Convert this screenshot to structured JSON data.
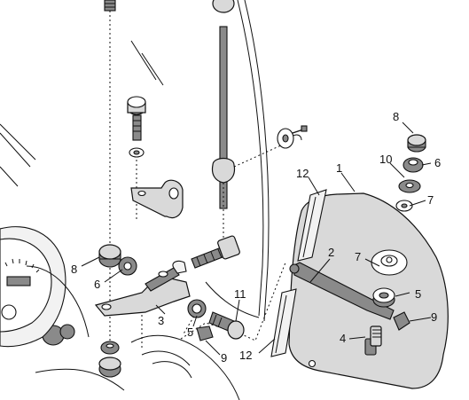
{
  "callouts": [
    {
      "id": "c1",
      "text": "1"
    },
    {
      "id": "c2",
      "text": "2"
    },
    {
      "id": "c3",
      "text": "3"
    },
    {
      "id": "c4",
      "text": "4"
    },
    {
      "id": "c5a",
      "text": "5"
    },
    {
      "id": "c5b",
      "text": "5"
    },
    {
      "id": "c6a",
      "text": "6"
    },
    {
      "id": "c6b",
      "text": "6"
    },
    {
      "id": "c7a",
      "text": "7"
    },
    {
      "id": "c7b",
      "text": "7"
    },
    {
      "id": "c8a",
      "text": "8"
    },
    {
      "id": "c8b",
      "text": "8"
    },
    {
      "id": "c9a",
      "text": "9"
    },
    {
      "id": "c9b",
      "text": "9"
    },
    {
      "id": "c10",
      "text": "10"
    },
    {
      "id": "c11",
      "text": "11"
    },
    {
      "id": "c12a",
      "text": "12"
    },
    {
      "id": "c12b",
      "text": "12"
    }
  ]
}
